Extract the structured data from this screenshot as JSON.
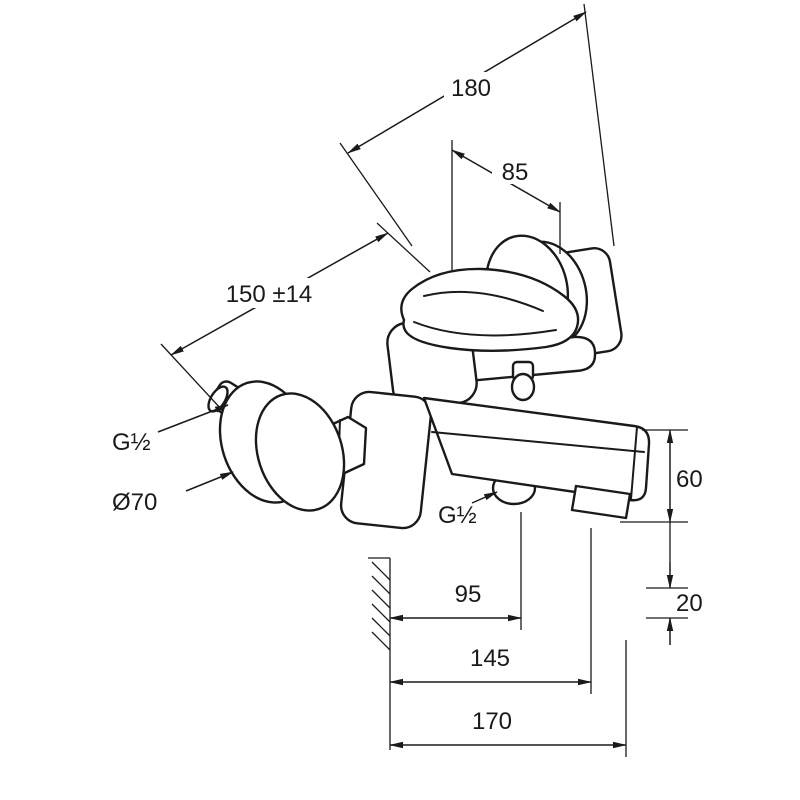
{
  "colors": {
    "ink": "#1a1a1a",
    "background": "#ffffff"
  },
  "labels": {
    "dim_180": "180",
    "dim_85": "85",
    "dim_150": "150 ±14",
    "thread_left": "G½",
    "diameter_escutcheon": "Ø70",
    "thread_spout": "G½",
    "dim_60": "60",
    "dim_20": "20",
    "dim_95": "95",
    "dim_145": "145",
    "dim_170": "170"
  }
}
